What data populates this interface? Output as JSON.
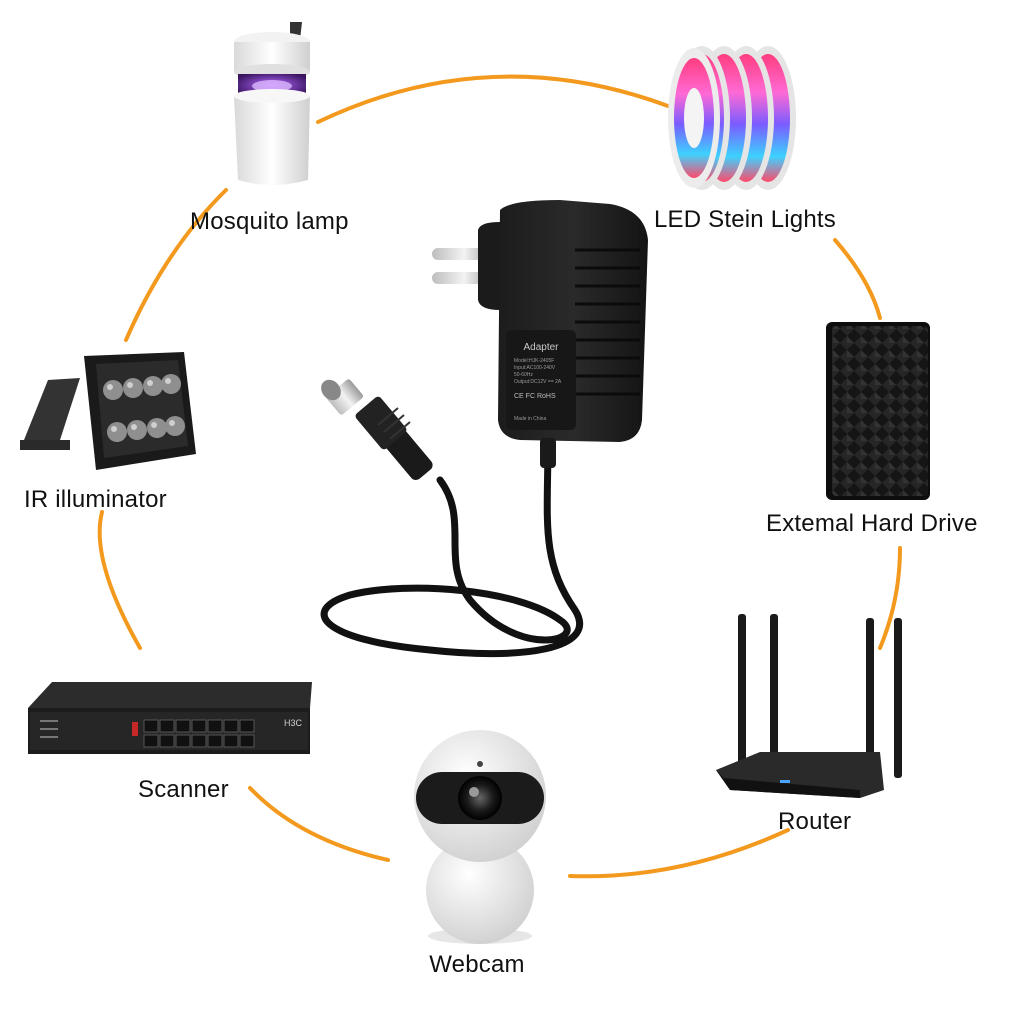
{
  "colors": {
    "ring": "#f39a1e",
    "background": "#ffffff",
    "label_text": "#111111"
  },
  "center": {
    "icon": "power-adapter-icon",
    "adapter_brand_text": "Adapter",
    "adapter_fine_print": [
      "Model:HJK-2405F",
      "Input:AC100-240V",
      "50-60Hz",
      "Output:DC12V == 2A"
    ],
    "adapter_marks": "CE FC RoHS",
    "adapter_origin": "Made in China"
  },
  "devices": [
    {
      "label": "Mosquito lamp",
      "icon": "mosquito-lamp-icon"
    },
    {
      "label": "LED Stein Lights",
      "icon": "led-strip-icon"
    },
    {
      "label": "Extemal Hard Drive",
      "icon": "external-hard-drive-icon"
    },
    {
      "label": "Router",
      "icon": "router-icon"
    },
    {
      "label": "Webcam",
      "icon": "webcam-icon"
    },
    {
      "label": "Scanner",
      "icon": "network-switch-icon"
    },
    {
      "label": "IR illuminator",
      "icon": "ir-illuminator-icon"
    }
  ],
  "switch_brand": "H3C"
}
